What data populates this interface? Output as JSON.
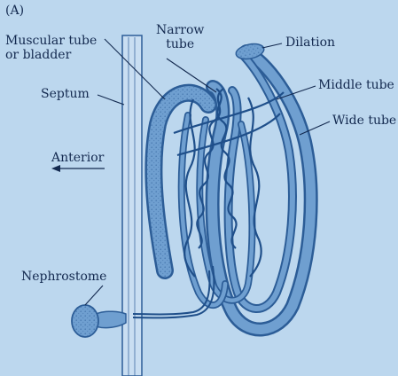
{
  "colors": {
    "background": "#bcd7ee",
    "ink": "#13294f",
    "tube_fill": "#6f9fd0",
    "tube_stroke": "#2c5d97"
  },
  "panel_label": "(A)",
  "labels": {
    "muscular_tube": "Muscular tube\nor bladder",
    "narrow_tube": "Narrow\ntube",
    "dilation": "Dilation",
    "middle_tube": "Middle tube",
    "wide_tube": "Wide tube",
    "septum": "Septum",
    "anterior": "Anterior",
    "nephrostome": "Nephrostome"
  }
}
